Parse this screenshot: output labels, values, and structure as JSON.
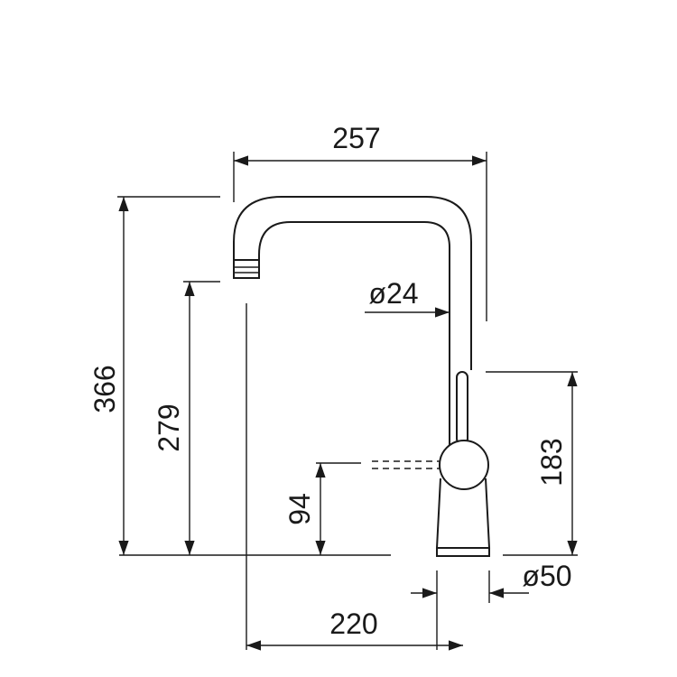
{
  "drawing": {
    "dimensions": {
      "spout_reach": "257",
      "total_height": "366",
      "spout_outlet_height": "279",
      "tube_diameter": "ø24",
      "handle_height": "183",
      "handle_pivot_height": "94",
      "base_diameter": "ø50",
      "outlet_to_base_distance": "220"
    }
  }
}
